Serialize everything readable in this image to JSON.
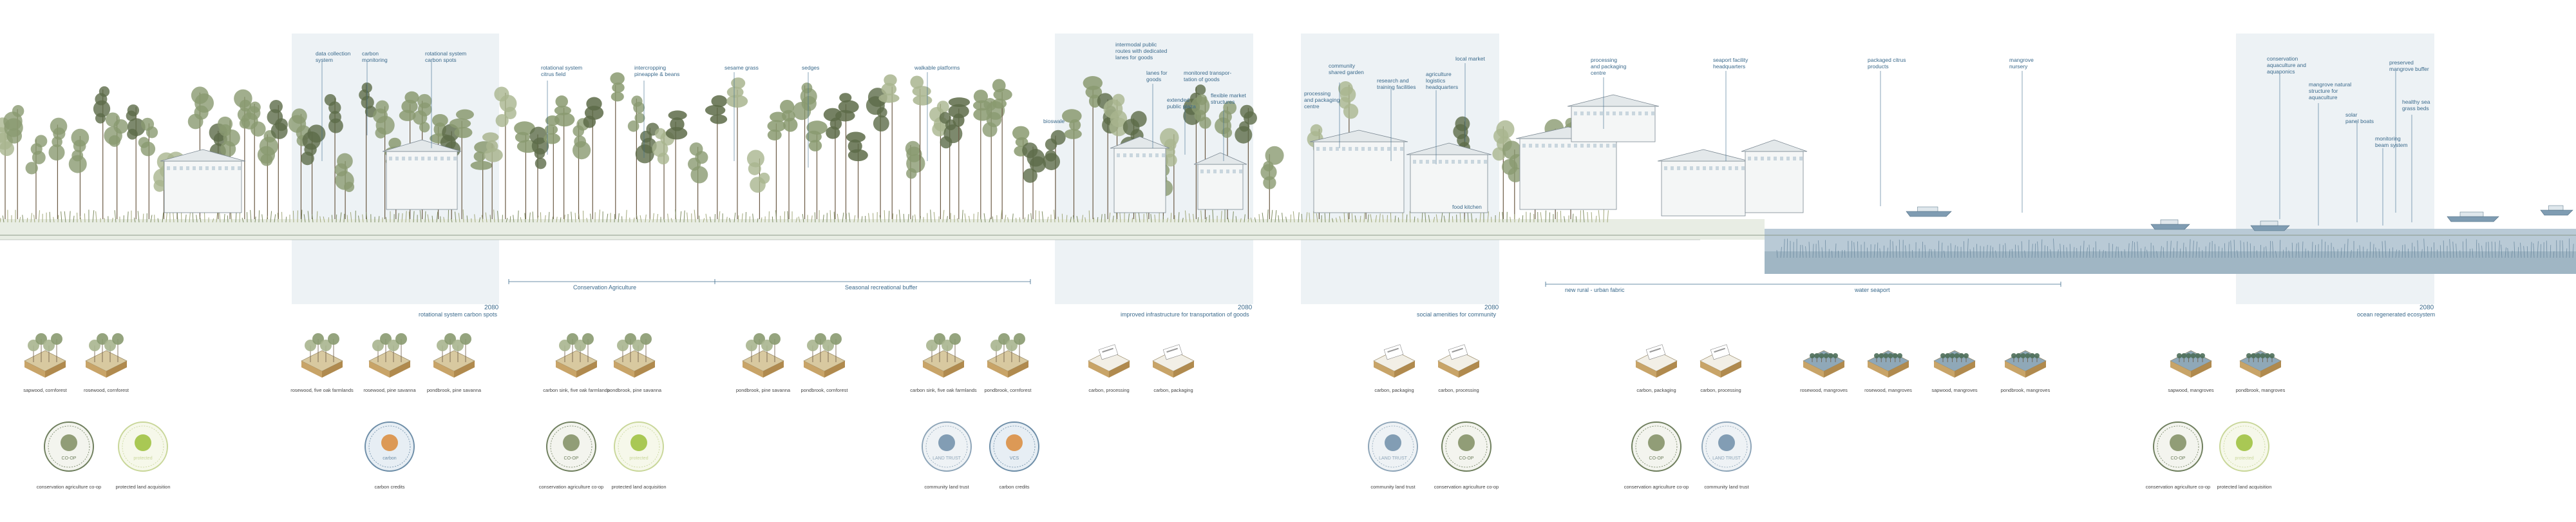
{
  "colors": {
    "accent": "#3b6a8c",
    "panel": "#dfe7ec",
    "water": "#8fa8b8",
    "tree_green": "#8a9a70",
    "tree_dark": "#5d6b48",
    "soil": "#c8a468",
    "seal_green": "#6f7f5e",
    "seal_blue": "#6e8ea8"
  },
  "annotations": [
    {
      "text": "data collection\nsystem"
    },
    {
      "text": "carbon\nmonitoring"
    },
    {
      "text": "rotational system\ncarbon spots"
    },
    {
      "text": "rotational system\ncitrus field"
    },
    {
      "text": "intercropping\npineapple & beans"
    },
    {
      "text": "sesame grass"
    },
    {
      "text": "sedges"
    },
    {
      "text": "walkable platforms"
    },
    {
      "text": "intermodal public\nroutes with dedicated\nlanes for goods"
    },
    {
      "text": "lanes for\ngoods"
    },
    {
      "text": "extended\npublic plaza"
    },
    {
      "text": "monitored transpor-\ntation of goods"
    },
    {
      "text": "flexible market\nstructures"
    },
    {
      "text": "bioswale"
    },
    {
      "text": "community\nshared garden"
    },
    {
      "text": "processing\nand packaging\ncentre"
    },
    {
      "text": "research and\ntraining facilities"
    },
    {
      "text": "agriculture\nlogistics\nheadquarters"
    },
    {
      "text": "local market"
    },
    {
      "text": "processing\nand packaging\ncentre"
    },
    {
      "text": "seaport facility\nheadquarters"
    },
    {
      "text": "packaged citrus\nproducts"
    },
    {
      "text": "mangrove\nnursery"
    },
    {
      "text": "conservation\naquaculture and\naquaponics"
    },
    {
      "text": "mangrove natural\nstructure for\naquaculture"
    },
    {
      "text": "preserved\nmangrove buffer"
    },
    {
      "text": "solar\npanel boats"
    },
    {
      "text": "healthy sea\ngrass beds"
    },
    {
      "text": "monitoring\nbeam system"
    },
    {
      "text": "food kitchen"
    }
  ],
  "zones": [
    {
      "label": "Conservation Agriculture"
    },
    {
      "label": "Seasonal recreational buffer"
    },
    {
      "label": "new  rural - urban fabric"
    },
    {
      "label": "water\nseaport"
    }
  ],
  "panel_captions": [
    {
      "year": "2080",
      "text": "rotational system carbon spots"
    },
    {
      "year": "2080",
      "text": "improved infrastructure for transportation of goods"
    },
    {
      "year": "2080",
      "text": "social amenities for community"
    },
    {
      "year": "2080",
      "text": "ocean regenerated ecosystem"
    }
  ],
  "block_captions": [
    "sapwood, cornforest",
    "rosewood, cornforest",
    "rosewood, five oak farmlands",
    "rosewood, pine savanna",
    "pondbrook, pine savanna",
    "carbon sink, five oak farmlands",
    "pondbrook, pine savanna",
    "pondbrook, pine savanna",
    "pondbrook, cornforest",
    "carbon sink, five oak farmlands",
    "pondbrook, cornforest",
    "carbon, processing",
    "carbon, packaging",
    "carbon, packaging",
    "carbon, processing",
    "carbon, packaging",
    "carbon, processing",
    "rosewood, mangroves",
    "rosewood, mangroves",
    "sapwood, mangroves",
    "pondbrook, mangroves",
    "sapwood, mangroves",
    "pondbrook, mangroves"
  ],
  "badge_captions": [
    "conservation agriculture co-op",
    "protected land acquisition",
    "carbon credits",
    "conservation agriculture co-op",
    "protected land acquisition",
    "community land trust",
    "carbon credits",
    "community land trust",
    "conservation agriculture co-op",
    "conservation agriculture co-op",
    "community land trust",
    "conservation agriculture co-op",
    "protected land acquisition"
  ],
  "seal_text": {
    "co_op_seal": "CO-OP",
    "protected_seal": "protected",
    "carbon_seal": "carbon",
    "land_trust_seal": "LAND TRUST",
    "verified_seal": "VCS"
  }
}
